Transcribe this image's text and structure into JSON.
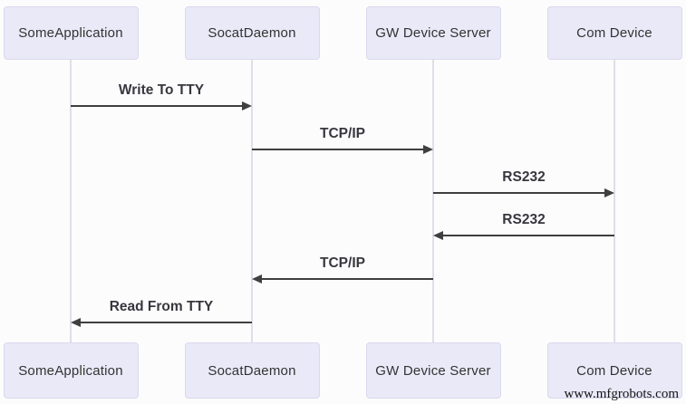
{
  "diagram": {
    "participants": [
      {
        "label": "SomeApplication"
      },
      {
        "label": "SocatDaemon"
      },
      {
        "label": "GW Device Server"
      },
      {
        "label": "Com Device"
      }
    ],
    "messages": [
      {
        "label": "Write To TTY",
        "from": "SomeApplication",
        "to": "SocatDaemon"
      },
      {
        "label": "TCP/IP",
        "from": "SocatDaemon",
        "to": "GW Device Server"
      },
      {
        "label": "RS232",
        "from": "GW Device Server",
        "to": "Com Device"
      },
      {
        "label": "RS232",
        "from": "Com Device",
        "to": "GW Device Server"
      },
      {
        "label": "TCP/IP",
        "from": "GW Device Server",
        "to": "SocatDaemon"
      },
      {
        "label": "Read From TTY",
        "from": "SocatDaemon",
        "to": "SomeApplication"
      }
    ],
    "colors": {
      "background": "#fdfcfd",
      "participant_fill": "#e9e9f8",
      "participant_border": "#d9d9ec",
      "participant_text": "#333333",
      "lifeline": "#dfdfe8",
      "arrow": "#3f3f3f",
      "message_text": "#37373d",
      "watermark_text": "#141414"
    }
  },
  "watermark": {
    "text": "www.mfgrobots.com"
  }
}
